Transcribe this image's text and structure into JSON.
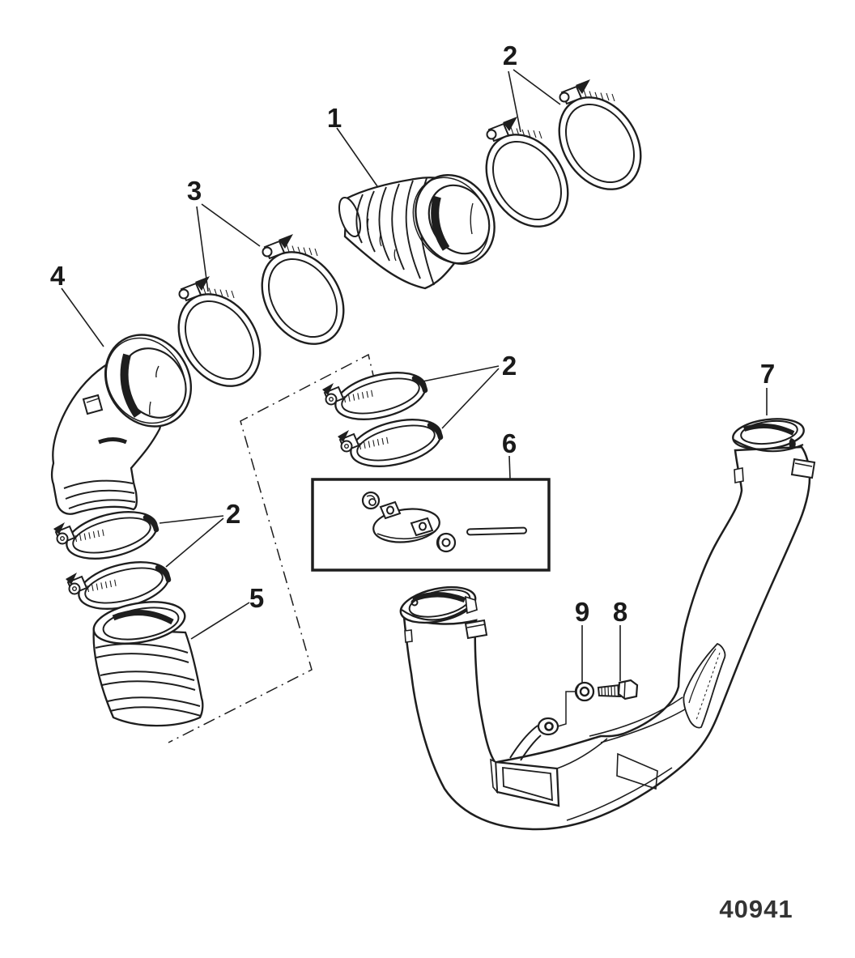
{
  "diagram": {
    "drawing_number": "40941",
    "callouts": [
      {
        "ref": "1"
      },
      {
        "ref": "2"
      },
      {
        "ref": "3"
      },
      {
        "ref": "4"
      },
      {
        "ref": "2"
      },
      {
        "ref": "2"
      },
      {
        "ref": "5"
      },
      {
        "ref": "6"
      },
      {
        "ref": "7"
      },
      {
        "ref": "9"
      },
      {
        "ref": "8"
      }
    ]
  }
}
